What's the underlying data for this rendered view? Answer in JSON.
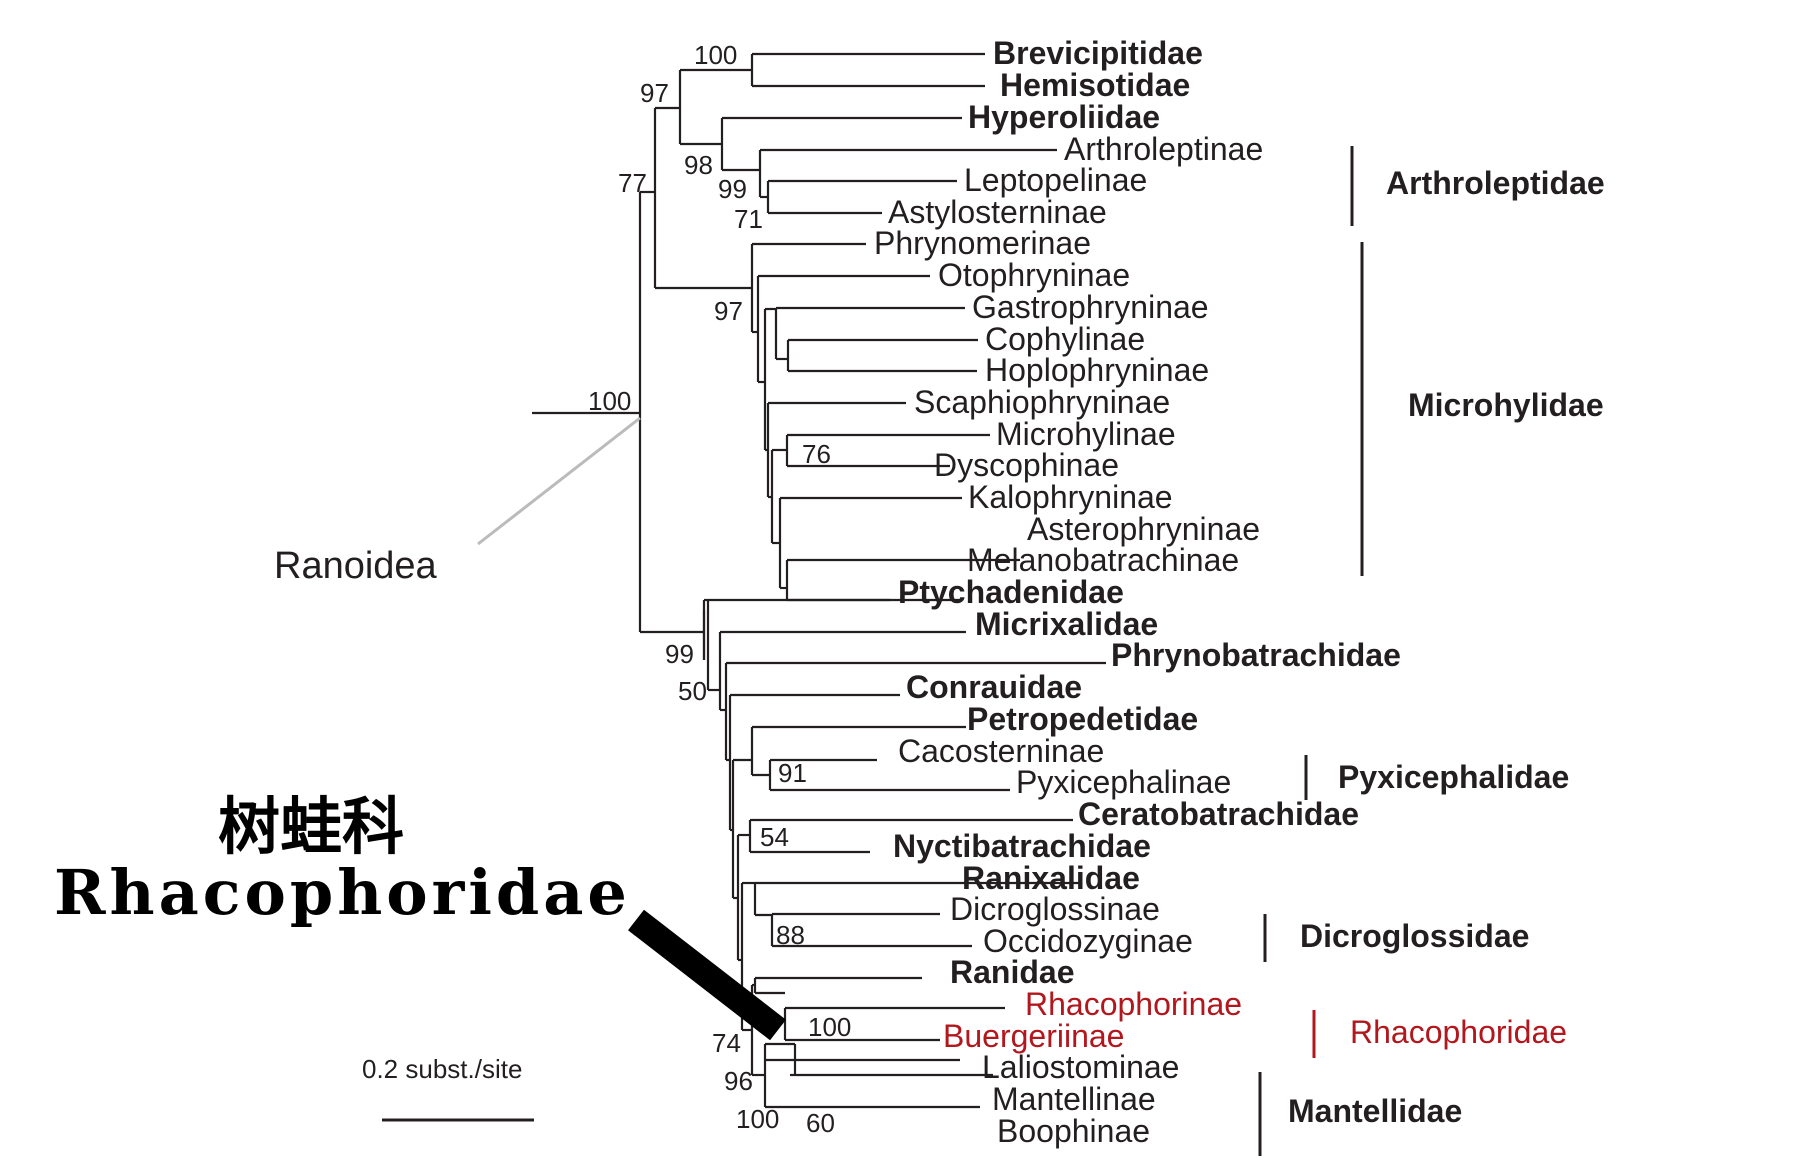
{
  "taxa": [
    {
      "name": "Brevicipitidae",
      "style": "bold"
    },
    {
      "name": "Hemisotidae",
      "style": "bold"
    },
    {
      "name": "Hyperoliidae",
      "style": "bold"
    },
    {
      "name": "Arthroleptinae",
      "style": "normal"
    },
    {
      "name": "Leptopelinae",
      "style": "normal"
    },
    {
      "name": "Astylosterninae",
      "style": "normal"
    },
    {
      "name": "Phrynomerinae",
      "style": "normal"
    },
    {
      "name": "Otophryninae",
      "style": "normal"
    },
    {
      "name": "Gastrophryninae",
      "style": "normal"
    },
    {
      "name": "Cophylinae",
      "style": "normal"
    },
    {
      "name": "Hoplophryninae",
      "style": "normal"
    },
    {
      "name": "Scaphiophryninae",
      "style": "normal"
    },
    {
      "name": "Microhylinae",
      "style": "normal"
    },
    {
      "name": "Dyscophinae",
      "style": "normal"
    },
    {
      "name": "Kalophryninae",
      "style": "normal"
    },
    {
      "name": "Asterophryninae",
      "style": "normal"
    },
    {
      "name": "Melanobatrachinae",
      "style": "normal"
    },
    {
      "name": "Ptychadenidae",
      "style": "bold"
    },
    {
      "name": "Micrixalidae",
      "style": "bold"
    },
    {
      "name": "Phrynobatrachidae",
      "style": "bold"
    },
    {
      "name": "Conrauidae",
      "style": "bold"
    },
    {
      "name": "Petropedetidae",
      "style": "bold"
    },
    {
      "name": "Cacosterninae",
      "style": "normal"
    },
    {
      "name": "Pyxicephalinae",
      "style": "normal"
    },
    {
      "name": "Ceratobatrachidae",
      "style": "bold"
    },
    {
      "name": "Nyctibatrachidae",
      "style": "bold"
    },
    {
      "name": "Ranixalidae",
      "style": "bold"
    },
    {
      "name": "Dicroglossinae",
      "style": "normal"
    },
    {
      "name": "Occidozyginae",
      "style": "normal"
    },
    {
      "name": "Ranidae",
      "style": "bold"
    },
    {
      "name": "Rhacophorinae",
      "style": "red"
    },
    {
      "name": "Buergeriinae",
      "style": "red"
    },
    {
      "name": "Laliostominae",
      "style": "normal"
    },
    {
      "name": "Mantellinae",
      "style": "normal"
    },
    {
      "name": "Boophinae",
      "style": "normal"
    }
  ],
  "support_values": [
    "100",
    "97",
    "98",
    "99",
    "71",
    "77",
    "97",
    "76",
    "100",
    "99",
    "50",
    "91",
    "54",
    "88",
    "74",
    "100",
    "96",
    "100",
    "60"
  ],
  "families": [
    {
      "name": "Arthroleptidae",
      "color": "#231f20"
    },
    {
      "name": "Microhylidae",
      "color": "#231f20"
    },
    {
      "name": "Pyxicephalidae",
      "color": "#231f20"
    },
    {
      "name": "Dicroglossidae",
      "color": "#231f20"
    },
    {
      "name": "Rhacophoridae",
      "color": "#b3171e"
    },
    {
      "name": "Mantellidae",
      "color": "#231f20"
    }
  ],
  "clade_label": "Ranoidea",
  "scale_bar_label": "0.2 subst./site",
  "callout": {
    "chinese": "树蛙科",
    "latin": "Rhacophoridae"
  },
  "colors": {
    "highlight": "#b3171e",
    "ink": "#231f20",
    "pointer": "#bbbbbb"
  }
}
